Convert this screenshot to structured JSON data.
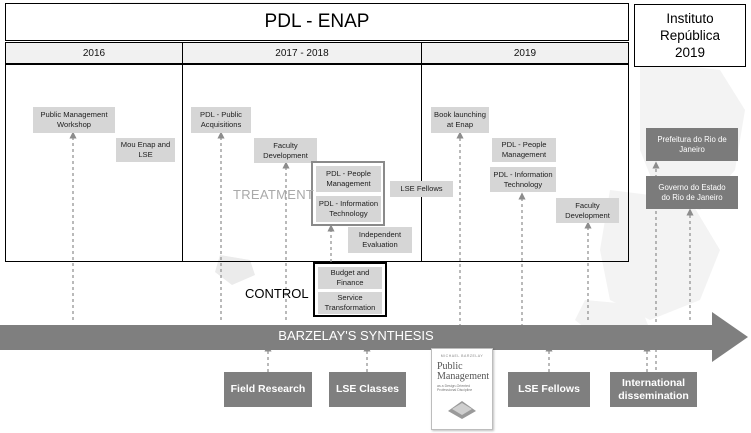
{
  "header": {
    "title": "PDL - ENAP"
  },
  "instituto": {
    "lines": [
      "Instituto",
      "República",
      "2019"
    ]
  },
  "years": [
    "2016",
    "2017 - 2018",
    "2019"
  ],
  "boxes_2016": [
    {
      "lines": [
        "Public Management",
        "Workshop"
      ]
    },
    {
      "lines": [
        "Mou Enap and",
        "LSE"
      ]
    }
  ],
  "boxes_2017": [
    {
      "lines": [
        "PDL - Public",
        "Acquisitions"
      ]
    },
    {
      "lines": [
        "Faculty",
        "Development"
      ]
    },
    {
      "lines": [
        "PDL - People",
        "Management"
      ]
    },
    {
      "lines": [
        "PDL - Information",
        "Technology"
      ]
    },
    {
      "lines": [
        "LSE Fellows"
      ]
    },
    {
      "lines": [
        "Independent",
        "Evaluation"
      ]
    }
  ],
  "control_boxes": [
    {
      "lines": [
        "Budget and",
        "Finance"
      ]
    },
    {
      "lines": [
        "Service",
        "Transformation"
      ]
    }
  ],
  "boxes_2019": [
    {
      "lines": [
        "Book launching",
        "at Enap"
      ]
    },
    {
      "lines": [
        "PDL - People",
        "Management"
      ]
    },
    {
      "lines": [
        "PDL - Information",
        "Technology"
      ]
    },
    {
      "lines": [
        "Faculty",
        "Development"
      ]
    }
  ],
  "instituto_boxes": [
    {
      "lines": [
        "Prefeitura do Rio de",
        "Janeiro"
      ]
    },
    {
      "lines": [
        "Governo do Estado",
        "do Rio de Janeiro"
      ]
    }
  ],
  "labels": {
    "treatment": "TREATMENT",
    "control": "CONTROL"
  },
  "arrow": {
    "label": "BARZELAY'S SYNTHESIS"
  },
  "bottom_boxes": [
    {
      "lines": [
        "Field Research"
      ]
    },
    {
      "lines": [
        "LSE Classes"
      ]
    },
    {
      "lines": [
        "LSE Fellows"
      ]
    },
    {
      "lines": [
        "International",
        "dissemination"
      ]
    }
  ],
  "book": {
    "author": "MICHAEL BARZELAY",
    "title_lines": [
      "Public",
      "Management"
    ],
    "subtitle_lines": [
      "as a Design-Oriented",
      "Professional Discipline"
    ]
  },
  "colors": {
    "arrow": "#7f7f7f",
    "dark_box": "#7b7b7b",
    "light_box": "#d6d6d6",
    "dash": "#8c8c8c"
  }
}
